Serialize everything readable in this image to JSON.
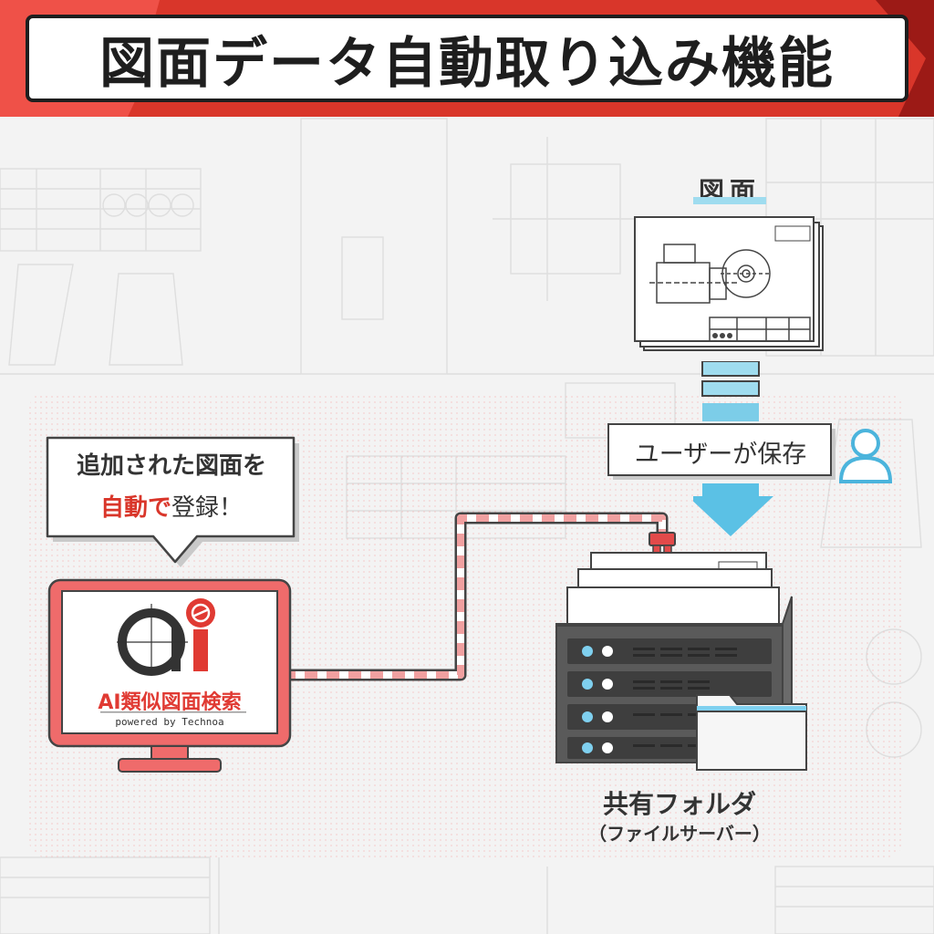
{
  "header": {
    "title": "図面データ自動取り込み機能",
    "colors": {
      "primary": "#d9362a",
      "light": "#ef5148",
      "dark": "#9c1a16"
    }
  },
  "drawing_label": "図面",
  "user_action": "ユーザーが保存",
  "speech": {
    "line1": "追加された図面を",
    "line2_highlight1": "自動",
    "line2_mid": "で",
    "line2_rest": "登録！",
    "highlight_color": "#d9362a"
  },
  "app": {
    "logo_letters": "ai",
    "name": "AI類似図面検索",
    "powered": "powered by Technoa"
  },
  "server": {
    "label": "共有フォルダ",
    "sublabel": "（ファイルサーバー）"
  }
}
